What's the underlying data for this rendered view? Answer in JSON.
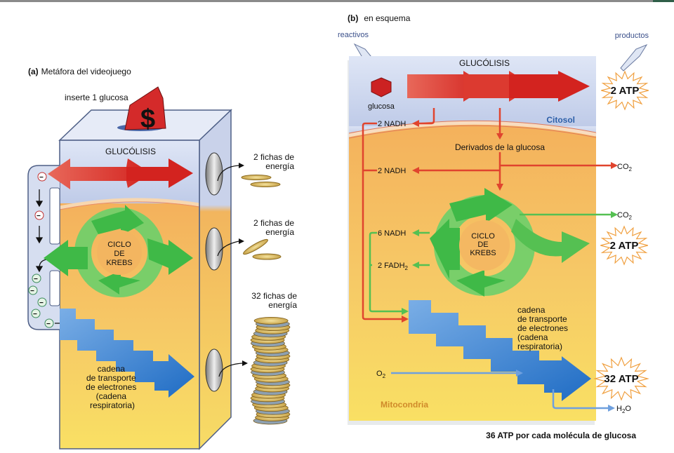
{
  "panel_a": {
    "label_letter": "(a)",
    "label_text": "Metáfora del videojuego",
    "insert_label": "inserte 1 glucosa",
    "token_symbol": "$",
    "glycolysis_label": "GLUCÓLISIS",
    "krebs_label": [
      "CICLO",
      "DE",
      "KREBS"
    ],
    "etc_label": [
      "cadena",
      "de transporte",
      "de electrones",
      "(cadena",
      "respiratoria)"
    ],
    "electron_symbol": "−",
    "outputs": [
      {
        "line1": "2 fichas de",
        "line2": "energía"
      },
      {
        "line1": "2 fichas de",
        "line2": "energía"
      },
      {
        "line1": "32 fichas de",
        "line2": "energía"
      }
    ]
  },
  "panel_b": {
    "label_letter": "(b)",
    "label_text": "en esquema",
    "reactants_label": "reactivos",
    "products_label": "productos",
    "glucose_label": "glucosa",
    "glycolysis_label": "GLUCÓLISIS",
    "cytosol_label": "Citosol",
    "mitochondria_label": "Mitocondria",
    "derivatives_label": "Derivados de la glucosa",
    "nadh_glycolysis": "2 NADH",
    "nadh_derivatives": "2 NADH",
    "nadh_krebs": "6 NADH",
    "fadh_krebs": "2 FADH",
    "fadh_sub": "2",
    "co2_1": "CO",
    "co2_2": "CO",
    "co2_sub": "2",
    "o2": "O",
    "o2_sub": "2",
    "h2o_h": "H",
    "h2o_sub": "2",
    "h2o_o": "O",
    "krebs_label": [
      "CICLO",
      "DE",
      "KREBS"
    ],
    "etc_label": [
      "cadena",
      "de transporte",
      "de electrones",
      "(cadena",
      "respiratoria)"
    ],
    "atp_glycolysis": "2 ATP",
    "atp_krebs": "2 ATP",
    "atp_etc": "32 ATP",
    "total_caption": "36 ATP por cada molécula de glucosa"
  },
  "colors": {
    "glycolysis_red": "#d9302c",
    "krebs_green": "#46b84a",
    "etc_blue": "#2f7fd0",
    "cytosol_blue": "#c9d3ec",
    "mito_orange": "#f5b760",
    "mito_yellow": "#f8dc62",
    "label_blue": "#2d5fa8",
    "label_orange": "#d08a2a",
    "burst_orange": "#f0a040"
  }
}
